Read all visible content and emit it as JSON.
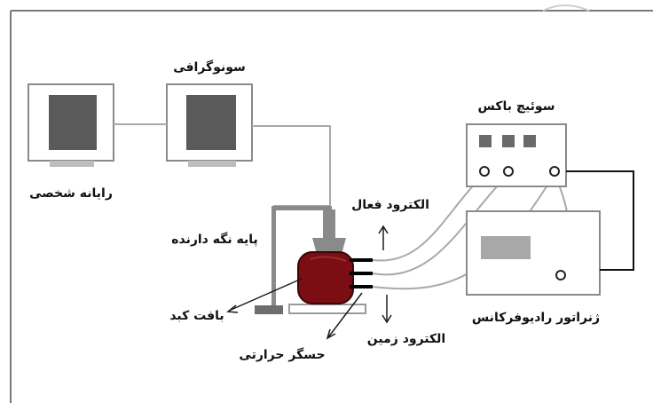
{
  "labels": {
    "personal_computer": "رایانه شخصی",
    "sonography": "سونوگرافی",
    "switch_box": "سوئیچ باکس",
    "active_electrode": "الکترود فعال",
    "holder_stand": "پایه نگه دارنده",
    "liver_tissue": "بافت کبد",
    "thermal_sensor": "حسگر حرارتی",
    "ground_electrode": "الکترود زمین",
    "rf_generator": "ژنراتور رادیوفرکانس"
  },
  "colors": {
    "frame": "#808080",
    "screen": "#606060",
    "tissue": "#7a0e12",
    "cable": "#a9a9a9",
    "line": "#1a1a1a",
    "probe": "#000000"
  }
}
